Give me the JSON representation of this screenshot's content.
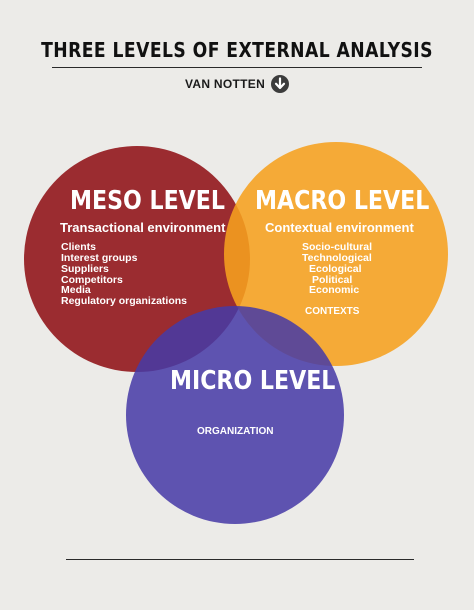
{
  "header": {
    "title": "THREE LEVELS OF EXTERNAL ANALYSIS",
    "author": "VAN NOTTEN",
    "author_icon": "arrow-down-circle-icon"
  },
  "colors": {
    "meso": "#941b1f",
    "macro": "#f6a01e",
    "micro": "#463aa6",
    "background": "#ecebe8"
  },
  "meso": {
    "title": "MESO LEVEL",
    "subtitle": "Transactional environment",
    "items": [
      "Clients",
      "Interest groups",
      "Suppliers",
      "Competitors",
      "Media",
      "Regulatory organizations"
    ]
  },
  "macro": {
    "title": "MACRO LEVEL",
    "subtitle": "Contextual environment",
    "items": [
      "Socio-cultural",
      "Technological",
      "Ecological",
      "Political",
      "Economic"
    ],
    "caption": "CONTEXTS"
  },
  "micro": {
    "title": "MICRO LEVEL",
    "caption": "ORGANIZATION"
  }
}
